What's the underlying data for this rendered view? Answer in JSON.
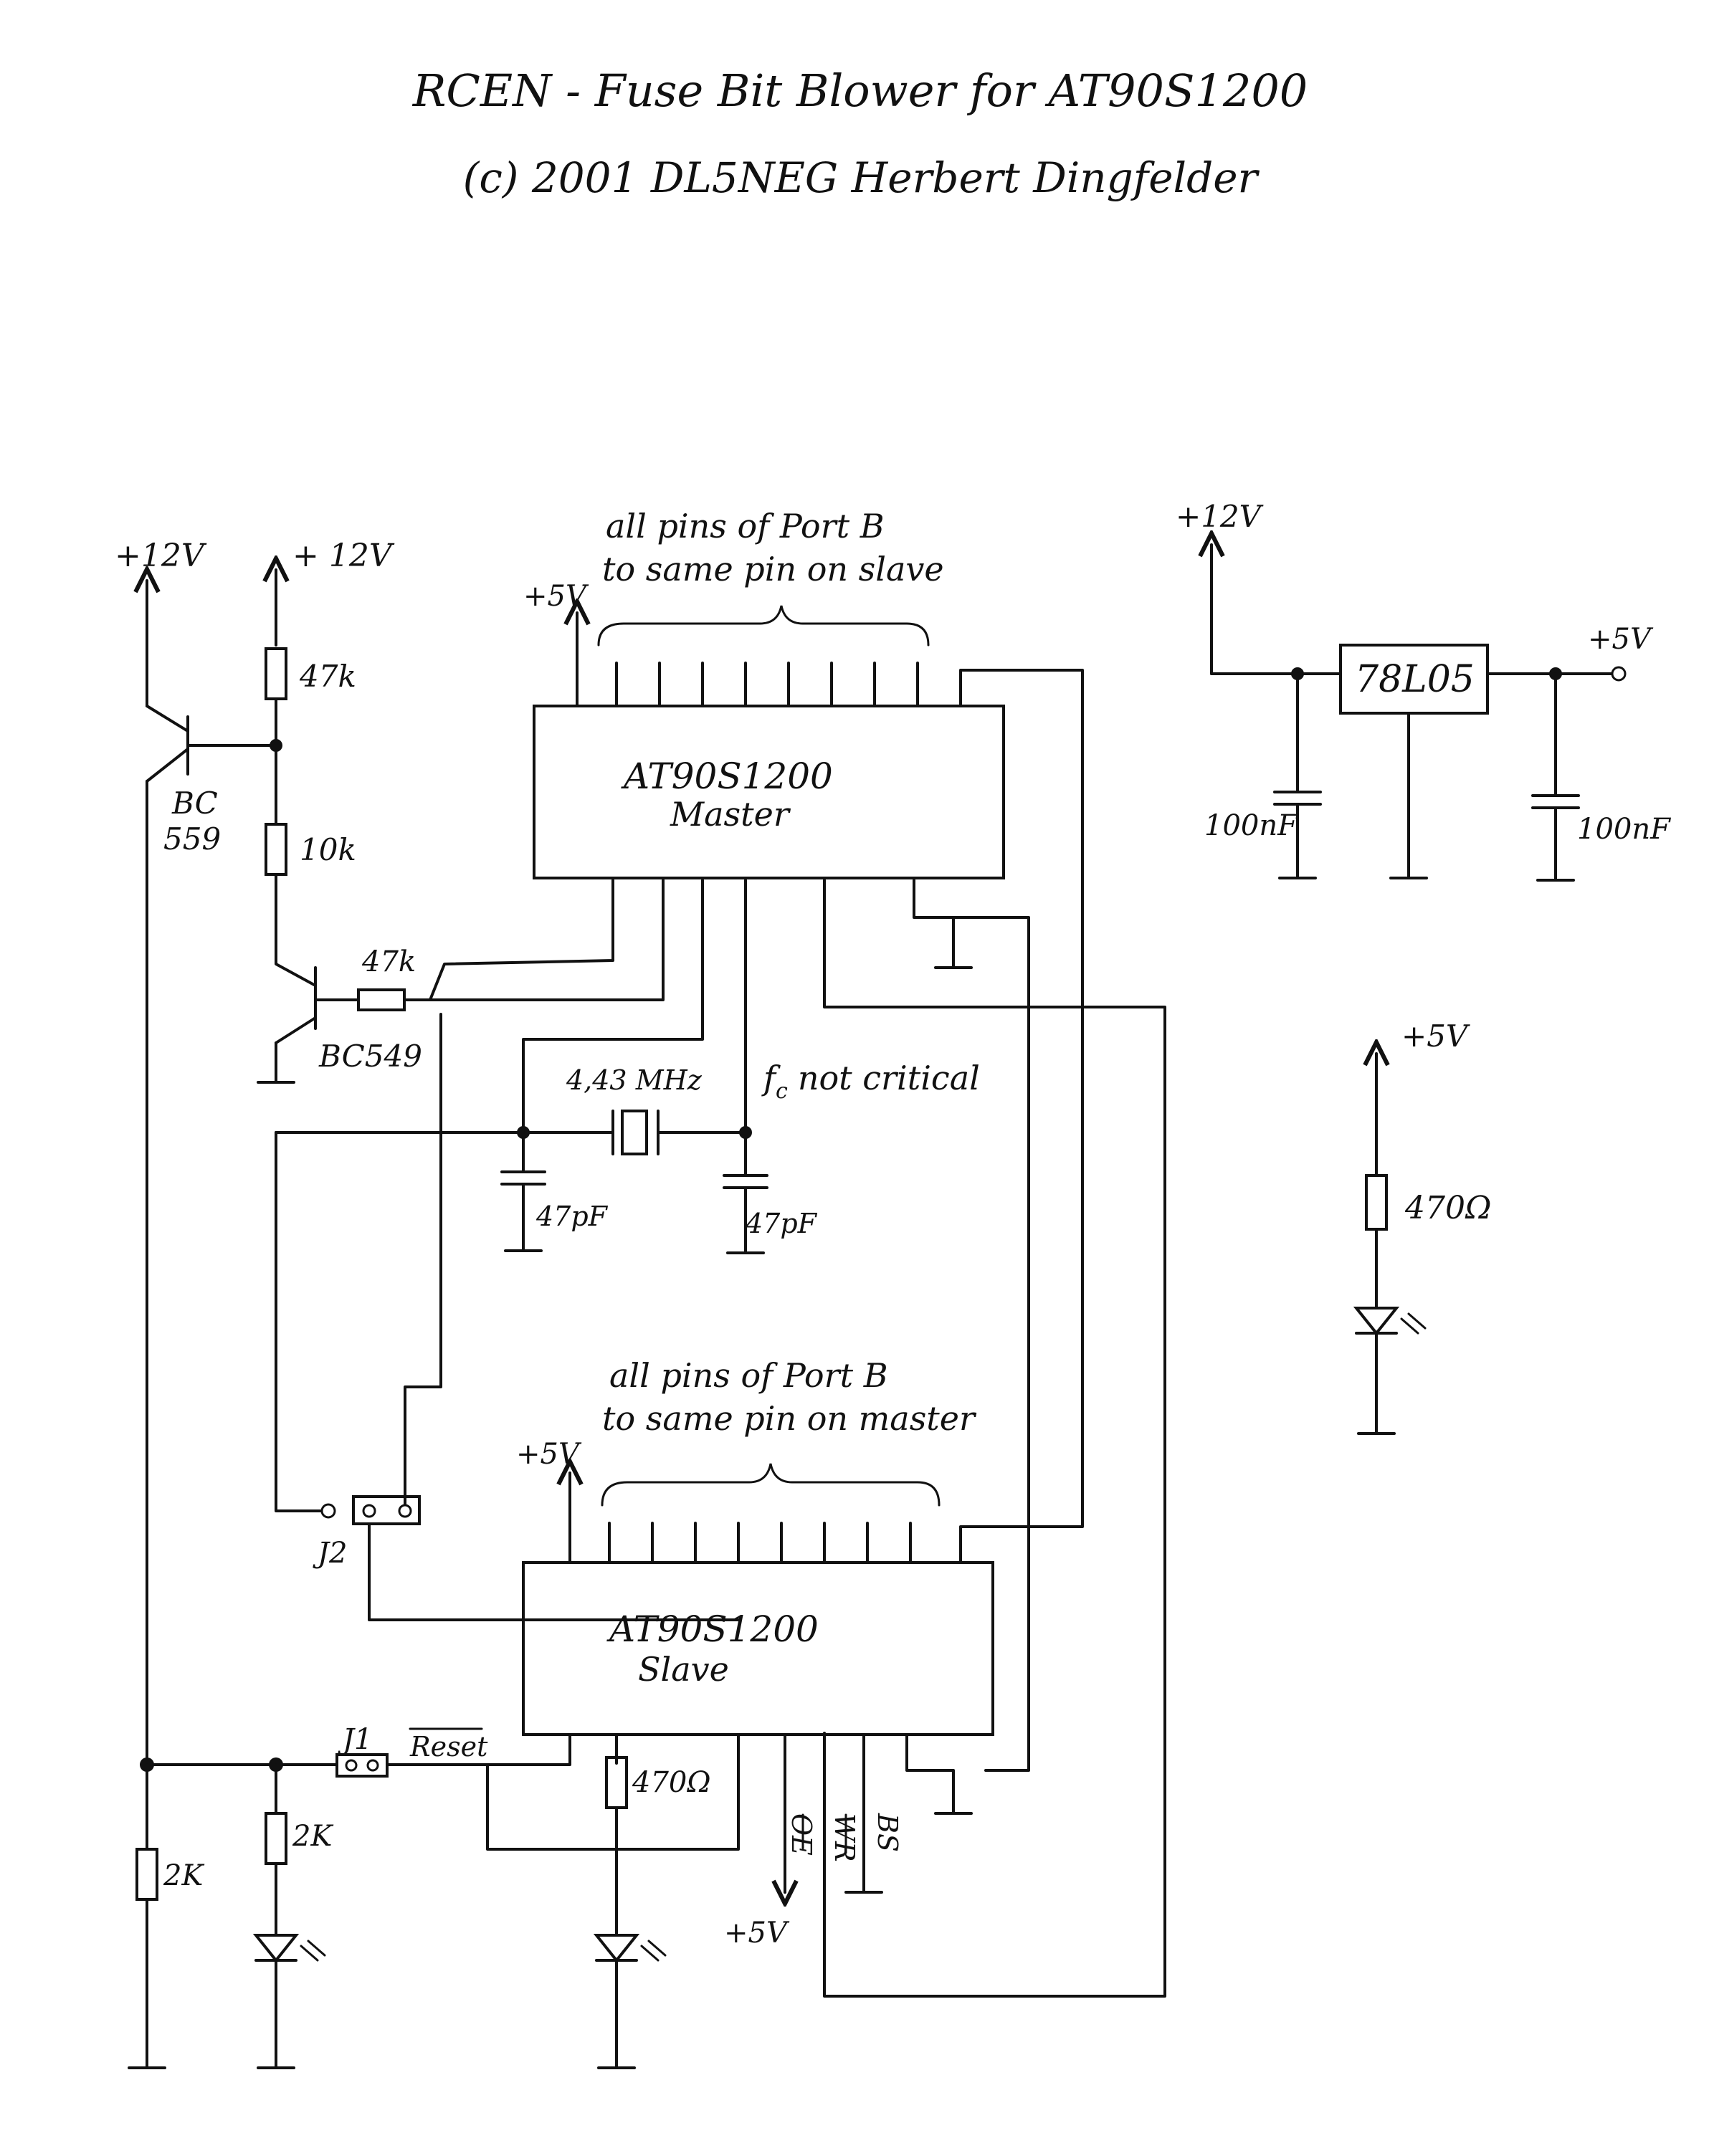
{
  "title": {
    "line1": "RCEN - Fuse Bit Blower for AT90S1200",
    "line2": "(c) 2001   DL5NEG   Herbert Dingfelder"
  },
  "supplies": {
    "plus12v": "+12V",
    "plus12v_spaced": "+ 12V",
    "plus5v": "+5V"
  },
  "chips": {
    "master_name": "AT90S1200",
    "master_role": "Master",
    "slave_name": "AT90S1200",
    "slave_role": "Slave",
    "regulator": "78L05"
  },
  "notes": {
    "master_port_b": [
      "all pins of Port B",
      "to same pin on slave"
    ],
    "slave_port_b": [
      "all pins of Port B",
      "to same pin on master"
    ],
    "fc_note": "f",
    "fc_sub": "c",
    "fc_tail": "not critical"
  },
  "components": {
    "r_47k_top": "47k",
    "r_10k": "10k",
    "r_47k_base": "47k",
    "t_bc559_a": "BC",
    "t_bc559_b": "559",
    "t_bc549": "BC549",
    "crystal": "4,43 MHz",
    "c_47pf_left": "47pF",
    "c_47pf_right": "47pF",
    "c_100nf_left": "100nF",
    "c_100nf_right": "100nF",
    "r_470_right": "470Ω",
    "r_470_slave": "470Ω",
    "r_2k_left": "2K",
    "r_2k_mid": "2K"
  },
  "jumpers": {
    "j1": "J1",
    "j2": "J2",
    "reset": "Reset"
  },
  "signals": {
    "oe": "OE",
    "wr": "WR",
    "bs": "BS"
  }
}
